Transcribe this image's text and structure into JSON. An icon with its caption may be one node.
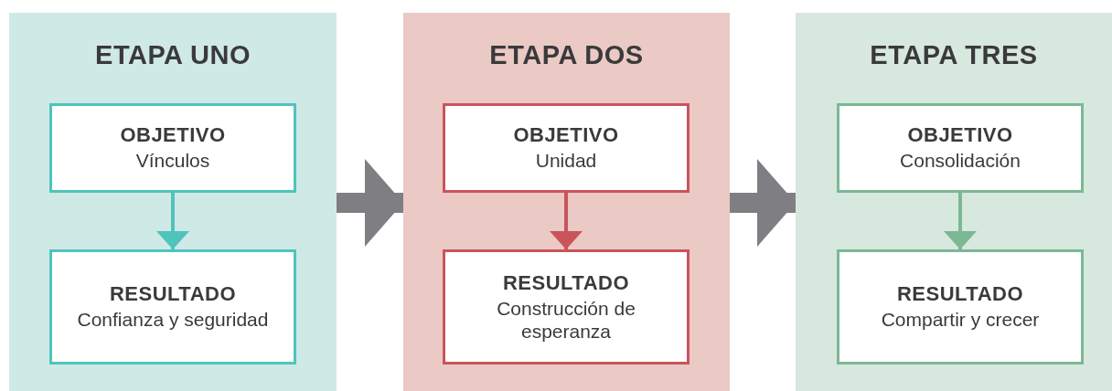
{
  "diagram": {
    "nodes": [
      {
        "text": [
          "ETAPA UNO"
        ]
      },
      {
        "text": [
          "OBJETIVO",
          "Vínculos"
        ],
        "in": 0
      },
      {
        "text": [
          "RESULTADO",
          "Confianza y seguridad"
        ],
        "in": 0
      },
      {
        "text": [
          "ETAPA DOS"
        ]
      },
      {
        "text": [
          "OBJETIVO",
          "Unidad"
        ],
        "in": 3
      },
      {
        "text": [
          "RESULTADO",
          "Construcción de esperanza"
        ],
        "in": 3
      },
      {
        "text": [
          "ETAPA TRES"
        ]
      },
      {
        "text": [
          "OBJETIVO",
          "Consolidación"
        ],
        "in": 6
      },
      {
        "text": [
          "RESULTADO",
          "Compartir y crecer"
        ],
        "in": 6
      }
    ],
    "edges": [
      {
        "from": 1,
        "to": 2,
        "arrow": "to",
        "color": "#4fc4bd"
      },
      {
        "from": 0,
        "to": 3,
        "arrow": "to",
        "style": "thick",
        "color": "#7f7f83"
      },
      {
        "from": 4,
        "to": 5,
        "arrow": "to",
        "color": "#c9545c"
      },
      {
        "from": 3,
        "to": 6,
        "arrow": "to",
        "style": "thick",
        "color": "#7f7f83"
      },
      {
        "from": 7,
        "to": 8,
        "arrow": "to",
        "color": "#7cb894"
      }
    ]
  }
}
